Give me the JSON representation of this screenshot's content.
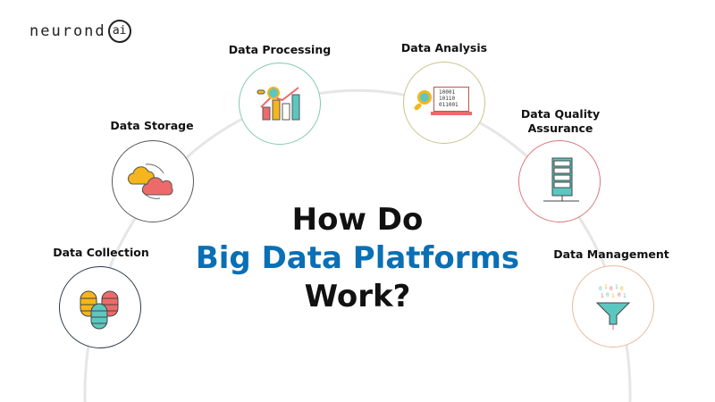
{
  "logo": {
    "text": "neurond",
    "suffix": "ai"
  },
  "title": {
    "line1": "How Do",
    "line2": "Big Data Platforms",
    "line3": "Work?"
  },
  "accent_color": "#0a6fb5",
  "steps": [
    {
      "label": "Data Collection",
      "icon": "database-stack-icon",
      "color": "#2b3a4a"
    },
    {
      "label": "Data Storage",
      "icon": "cloud-sync-icon",
      "color": "#555555"
    },
    {
      "label": "Data Processing",
      "icon": "chart-magnifier-icon",
      "color": "#7fcab0"
    },
    {
      "label": "Data Analysis",
      "icon": "laptop-binary-icon",
      "color": "#c8c48a",
      "binary": [
        "10001",
        "10110",
        "011001"
      ]
    },
    {
      "label_line1": "Data Quality",
      "label_line2": "Assurance",
      "icon": "server-rack-icon",
      "color": "#d9767b"
    },
    {
      "label": "Data Management",
      "icon": "funnel-icon",
      "color": "#e8b89a"
    }
  ]
}
